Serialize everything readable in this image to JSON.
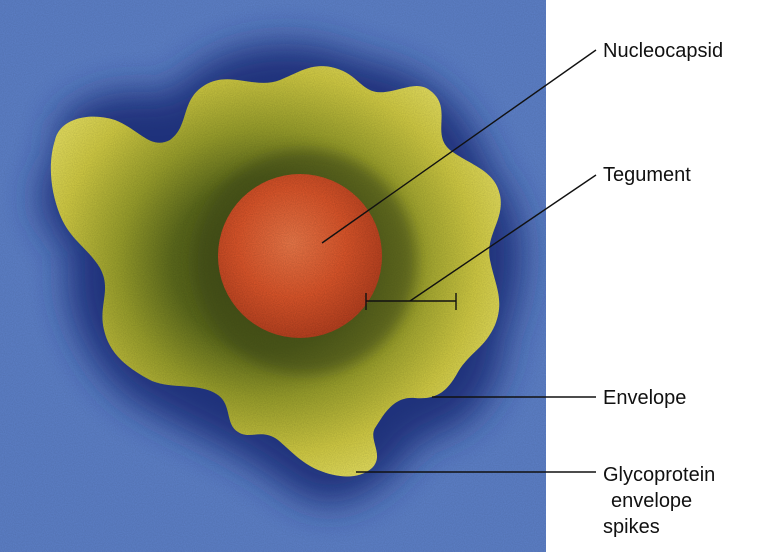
{
  "labels": {
    "nucleocapsid": "Nucleocapsid",
    "tegument": "Tegument",
    "envelope": "Envelope",
    "glycoprotein_line1": "Glycoprotein",
    "glycoprotein_line2": "envelope",
    "glycoprotein_line3": "spikes"
  },
  "colors": {
    "background": "#5d80c8",
    "halo": "#1d3480",
    "envelope": "#c9c33a",
    "tegument": "#55601a",
    "nucleocapsid": "#d9502a",
    "leader_line": "#111111"
  }
}
